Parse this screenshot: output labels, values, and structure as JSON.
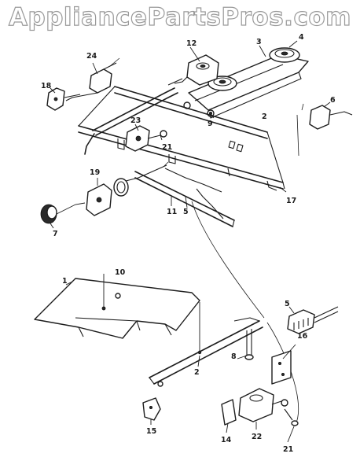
{
  "watermark": "AppliancePartsPros.com",
  "labels": {
    "l12": "12",
    "l3": "3",
    "l4": "4",
    "l24": "24",
    "l18": "18",
    "l6": "6",
    "l9": "9",
    "l2a": "2",
    "l23": "23",
    "l21a": "21",
    "l19": "19",
    "l11": "11",
    "l5a": "5",
    "l17": "17",
    "l7": "7",
    "l10": "10",
    "l1": "1",
    "l5b": "5",
    "l16": "16",
    "l8": "8",
    "l2b": "2",
    "l15": "15",
    "l14": "14",
    "l22": "22",
    "l21b": "21"
  }
}
